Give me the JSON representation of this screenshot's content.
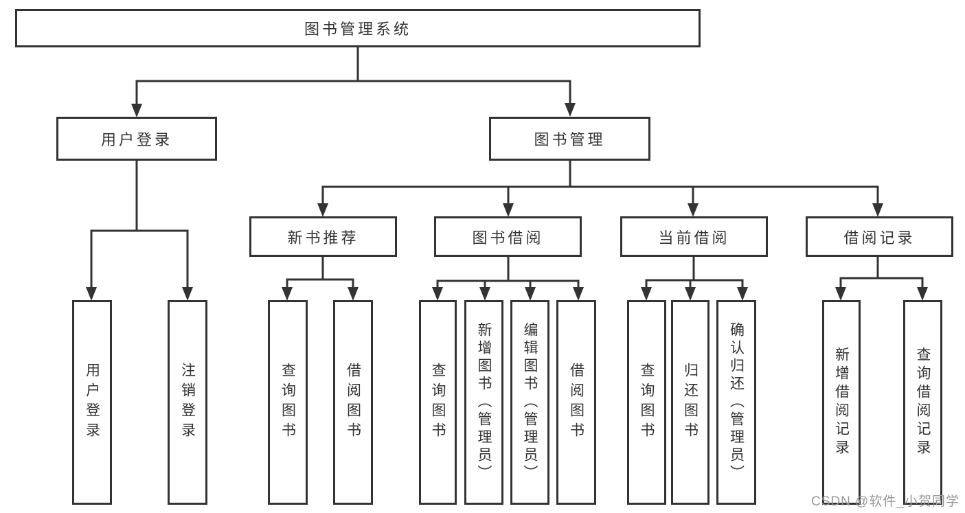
{
  "diagram": {
    "root": {
      "label": "图书管理系统"
    },
    "level2": [
      {
        "label": "用户登录"
      },
      {
        "label": "图书管理"
      }
    ],
    "level3": [
      {
        "label": "新书推荐",
        "parent": "图书管理"
      },
      {
        "label": "图书借阅",
        "parent": "图书管理"
      },
      {
        "label": "当前借阅",
        "parent": "图书管理"
      },
      {
        "label": "借阅记录",
        "parent": "图书管理"
      }
    ],
    "leaves": [
      {
        "label": "用户登录",
        "parent": "用户登录"
      },
      {
        "label": "注销登录",
        "parent": "用户登录"
      },
      {
        "label": "查询图书",
        "parent": "新书推荐"
      },
      {
        "label": "借阅图书",
        "parent": "新书推荐"
      },
      {
        "label": "查询图书",
        "parent": "图书借阅"
      },
      {
        "label": "新增图书（管理员）",
        "parent": "图书借阅"
      },
      {
        "label": "编辑图书（管理员）",
        "parent": "图书借阅"
      },
      {
        "label": "借阅图书",
        "parent": "图书借阅"
      },
      {
        "label": "查询图书",
        "parent": "当前借阅"
      },
      {
        "label": "归还图书",
        "parent": "当前借阅"
      },
      {
        "label": "确认归还（管理员）",
        "parent": "当前借阅"
      },
      {
        "label": "新增借阅记录",
        "parent": "借阅记录"
      },
      {
        "label": "查询借阅记录",
        "parent": "借阅记录"
      }
    ]
  },
  "watermark": {
    "text": "CSDN @软件_小贺同学"
  },
  "colors": {
    "line": "#333333",
    "text": "#333333",
    "background": "#ffffff",
    "watermark": "#999999"
  }
}
